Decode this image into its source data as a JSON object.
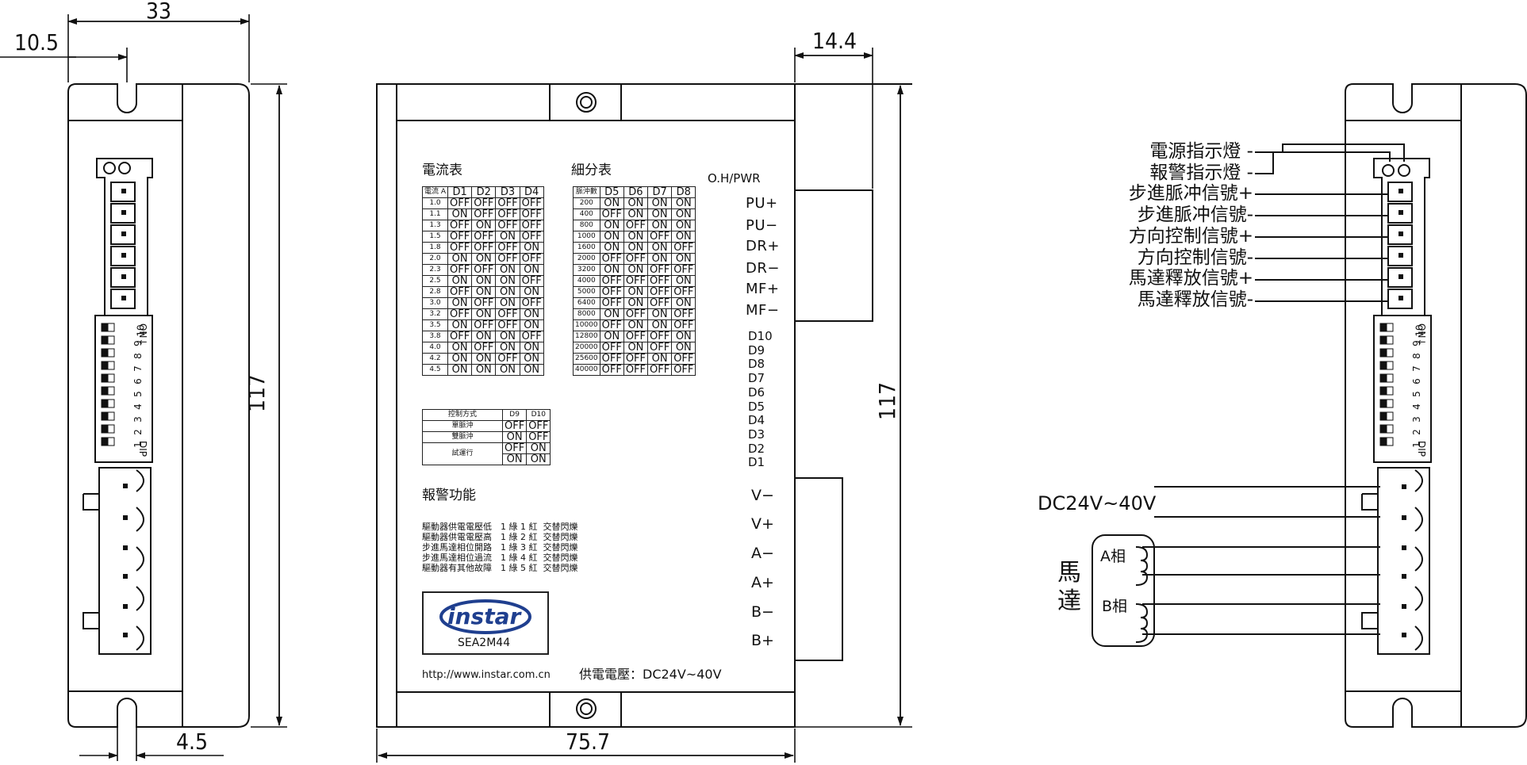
{
  "dimensions": {
    "width_33": "33",
    "width_10_5": "10.5",
    "height_117_left": "117",
    "width_4_5": "4.5",
    "width_14_4": "14.4",
    "width_75_7": "75.7",
    "height_117_mid": "117"
  },
  "front": {
    "current_table_title": "電流表",
    "micro_table_title": "細分表",
    "oh_pwr": "O.H/PWR",
    "current_table": {
      "headers": [
        "電流 A",
        "D1",
        "D2",
        "D3",
        "D4"
      ],
      "rows": [
        [
          "1.0",
          "OFF",
          "OFF",
          "OFF",
          "OFF"
        ],
        [
          "1.1",
          "ON",
          "OFF",
          "OFF",
          "OFF"
        ],
        [
          "1.3",
          "OFF",
          "ON",
          "OFF",
          "OFF"
        ],
        [
          "1.5",
          "OFF",
          "OFF",
          "ON",
          "OFF"
        ],
        [
          "1.8",
          "OFF",
          "OFF",
          "OFF",
          "ON"
        ],
        [
          "2.0",
          "ON",
          "ON",
          "OFF",
          "OFF"
        ],
        [
          "2.3",
          "OFF",
          "OFF",
          "ON",
          "ON"
        ],
        [
          "2.5",
          "ON",
          "ON",
          "ON",
          "OFF"
        ],
        [
          "2.8",
          "OFF",
          "ON",
          "ON",
          "ON"
        ],
        [
          "3.0",
          "ON",
          "OFF",
          "ON",
          "OFF"
        ],
        [
          "3.2",
          "OFF",
          "ON",
          "OFF",
          "ON"
        ],
        [
          "3.5",
          "ON",
          "OFF",
          "OFF",
          "ON"
        ],
        [
          "3.8",
          "OFF",
          "ON",
          "ON",
          "OFF"
        ],
        [
          "4.0",
          "ON",
          "OFF",
          "ON",
          "ON"
        ],
        [
          "4.2",
          "ON",
          "ON",
          "OFF",
          "ON"
        ],
        [
          "4.5",
          "ON",
          "ON",
          "ON",
          "ON"
        ]
      ]
    },
    "micro_table": {
      "headers": [
        "脈沖數",
        "D5",
        "D6",
        "D7",
        "D8"
      ],
      "rows": [
        [
          "200",
          "ON",
          "ON",
          "ON",
          "ON"
        ],
        [
          "400",
          "OFF",
          "ON",
          "ON",
          "ON"
        ],
        [
          "800",
          "ON",
          "OFF",
          "ON",
          "ON"
        ],
        [
          "1000",
          "ON",
          "ON",
          "OFF",
          "ON"
        ],
        [
          "1600",
          "ON",
          "ON",
          "ON",
          "OFF"
        ],
        [
          "2000",
          "OFF",
          "OFF",
          "ON",
          "ON"
        ],
        [
          "3200",
          "ON",
          "ON",
          "OFF",
          "OFF"
        ],
        [
          "4000",
          "OFF",
          "OFF",
          "OFF",
          "ON"
        ],
        [
          "5000",
          "OFF",
          "ON",
          "OFF",
          "OFF"
        ],
        [
          "6400",
          "OFF",
          "ON",
          "OFF",
          "ON"
        ],
        [
          "8000",
          "ON",
          "OFF",
          "ON",
          "OFF"
        ],
        [
          "10000",
          "OFF",
          "ON",
          "ON",
          "OFF"
        ],
        [
          "12800",
          "ON",
          "OFF",
          "OFF",
          "ON"
        ],
        [
          "20000",
          "OFF",
          "ON",
          "OFF",
          "ON"
        ],
        [
          "25600",
          "OFF",
          "OFF",
          "ON",
          "OFF"
        ],
        [
          "40000",
          "OFF",
          "OFF",
          "OFF",
          "OFF"
        ]
      ]
    },
    "control_table": {
      "headers": [
        "控制方式",
        "D9",
        "D10"
      ],
      "rows": [
        [
          "單脈沖",
          "OFF",
          "OFF"
        ],
        [
          "雙脈沖",
          "ON",
          "OFF"
        ]
      ],
      "test_label": "試運行",
      "test_rows": [
        [
          "OFF",
          "ON"
        ],
        [
          "ON",
          "ON"
        ]
      ]
    },
    "alarm_title": "報警功能",
    "alarm_items": [
      "驅動器供電電壓低　1 綠 1 紅  交替閃爍",
      "驅動器供電電壓高　1 綠 2 紅  交替閃爍",
      "步進馬達相位開路　1 綠 3 紅  交替閃爍",
      "步進馬達相位過流　1 綠 4 紅  交替閃爍",
      "驅動器有其他故障　1 綠 5 紅  交替閃爍"
    ],
    "logo_text": "instar",
    "model": "SEA2M44",
    "url": "http://www.instar.com.cn",
    "supply": "供電電壓：DC24V~40V",
    "signal_terminals": [
      "PU+",
      "PU−",
      "DR+",
      "DR−",
      "MF+",
      "MF−"
    ],
    "dip_labels": [
      "D10",
      "D9",
      "D8",
      "D7",
      "D6",
      "D5",
      "D4",
      "D3",
      "D2",
      "D1"
    ],
    "power_terminals": [
      "V−",
      "V+",
      "A−",
      "A+",
      "B−",
      "B+"
    ]
  },
  "side": {
    "on_label": "ON↓",
    "dip_label": "DIP",
    "dip_numbers": [
      "1",
      "2",
      "3",
      "4",
      "5",
      "6",
      "7",
      "8",
      "9",
      "10"
    ]
  },
  "right": {
    "signals": [
      "電源指示燈 -",
      "報警指示燈 -",
      "步進脈冲信號+",
      "步進脈冲信號-",
      "方向控制信號+",
      "方向控制信號-",
      "馬達釋放信號+",
      "馬達釋放信號-"
    ],
    "dc": "DC24V~40V",
    "motor_1": "馬",
    "motor_2": "達",
    "phase_a": "A相",
    "phase_b": "B相"
  }
}
